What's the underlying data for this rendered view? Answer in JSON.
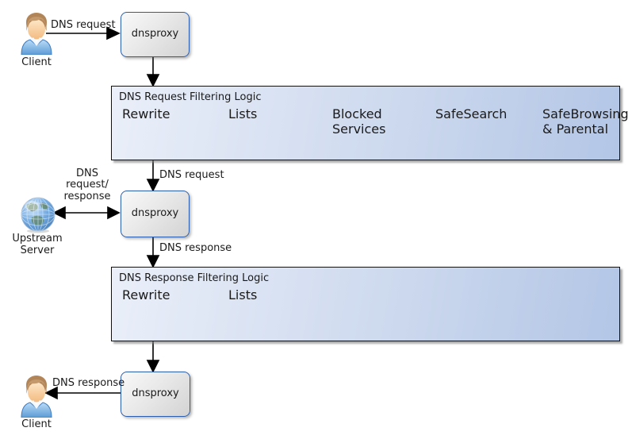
{
  "nodes": {
    "client_top": "Client",
    "proxy1": "dnsproxy",
    "proxy2": "dnsproxy",
    "proxy3": "dnsproxy",
    "upstream": "Upstream Server",
    "client_bottom": "Client"
  },
  "containers": {
    "request": {
      "title": "DNS Request Filtering Logic",
      "steps": [
        "Rewrite",
        "Lists",
        "Blocked Services",
        "SafeSearch",
        "SafeBrowsing & Parental"
      ]
    },
    "response": {
      "title": "DNS Response Filtering Logic",
      "steps": [
        "Rewrite",
        "Lists"
      ]
    }
  },
  "edge_labels": {
    "client_to_proxy1": "DNS request",
    "container1_to_proxy2": "DNS request",
    "upstream_link": "DNS request/ response",
    "proxy2_to_container2": "DNS response",
    "proxy3_to_client": "DNS response"
  },
  "colors": {
    "box_border": "#2e5fab",
    "box_fill_top": "#f9f9f9",
    "box_fill_bottom": "#d3d3d3",
    "container_fill_left": "#eaeff9",
    "container_fill_right": "#b3c6e6",
    "container_border": "#111111",
    "arrow": "#000000",
    "text": "#1a1a1a"
  }
}
